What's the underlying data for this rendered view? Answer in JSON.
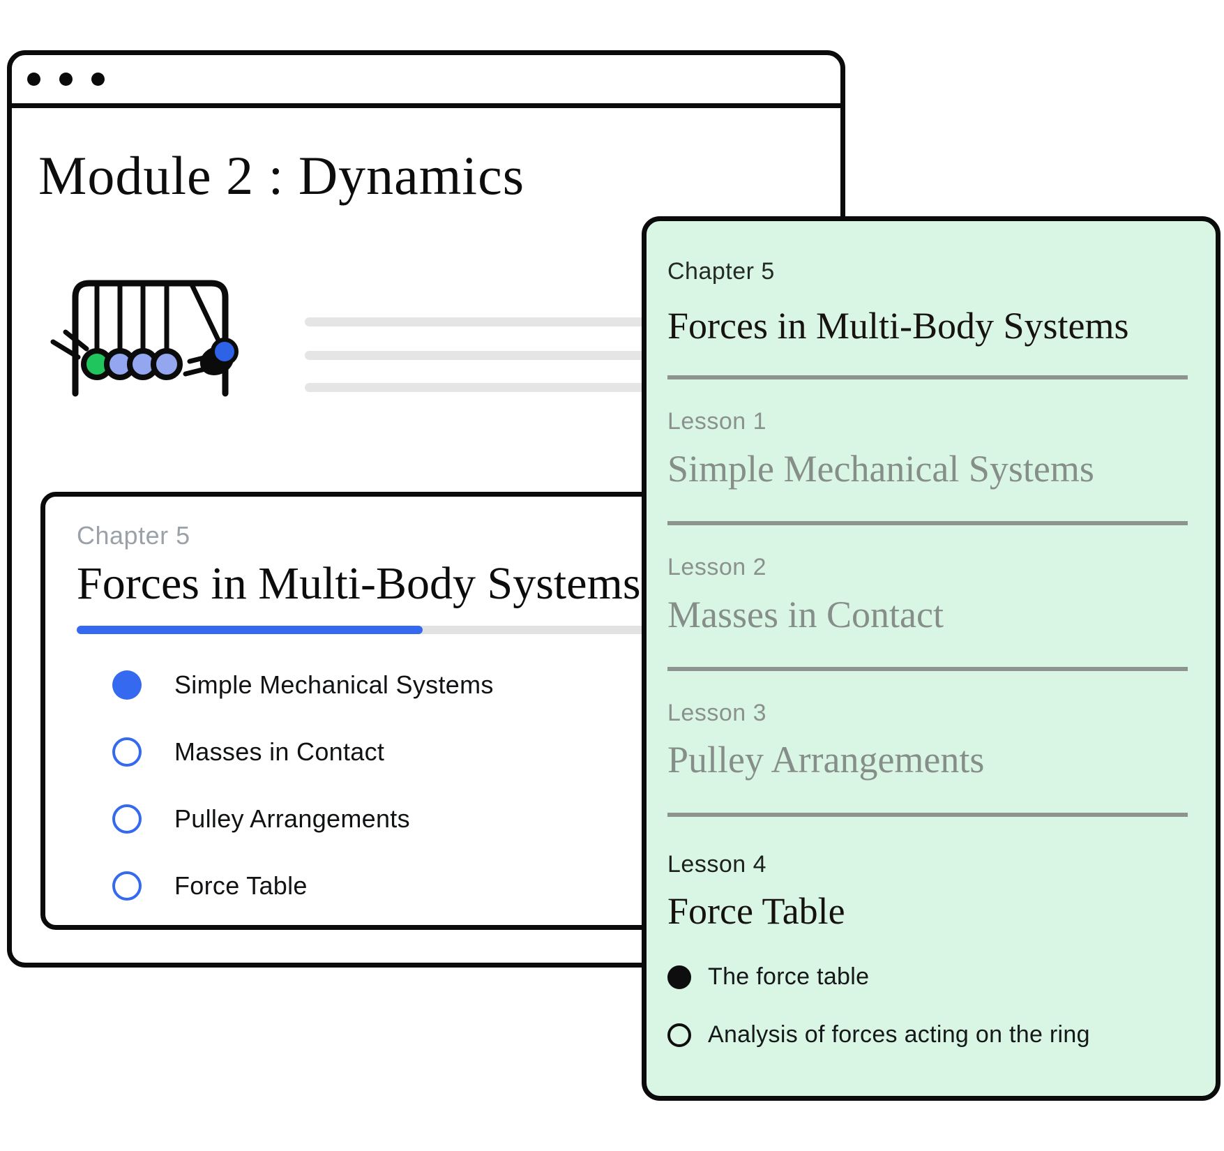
{
  "window": {
    "controls": "three-dots",
    "page_title": "Module 2 : Dynamics"
  },
  "illustration": {
    "name": "newtons-cradle",
    "ball_colors": {
      "green": "#21c55d",
      "periwinkle": "#93a6ef",
      "blue": "#2e63e8",
      "outline": "#0b0b0b"
    },
    "placeholder_line_count": 3
  },
  "chapter_card": {
    "eyebrow": "Chapter 5",
    "title": "Forces in Multi-Body Systems",
    "progress_percent": 50,
    "accent_color": "#3569f0",
    "lessons": [
      {
        "label": "Simple Mechanical Systems",
        "state": "active"
      },
      {
        "label": "Masses in Contact",
        "state": "incomplete"
      },
      {
        "label": "Pulley Arrangements",
        "state": "incomplete"
      },
      {
        "label": "Force Table",
        "state": "incomplete"
      }
    ]
  },
  "lesson_panel": {
    "background_color": "#d9f5e3",
    "eyebrow": "Chapter 5",
    "title": "Forces in Multi-Body Systems",
    "lessons": [
      {
        "label": "Lesson 1",
        "title": "Simple Mechanical Systems",
        "state": "dimmed"
      },
      {
        "label": "Lesson 2",
        "title": "Masses in Contact",
        "state": "dimmed"
      },
      {
        "label": "Lesson 3",
        "title": "Pulley Arrangements",
        "state": "dimmed"
      },
      {
        "label": "Lesson 4",
        "title": "Force Table",
        "state": "current"
      }
    ],
    "topics": [
      {
        "label": "The force table",
        "selected": true
      },
      {
        "label": "Analysis of forces acting on the ring",
        "selected": false
      }
    ]
  }
}
